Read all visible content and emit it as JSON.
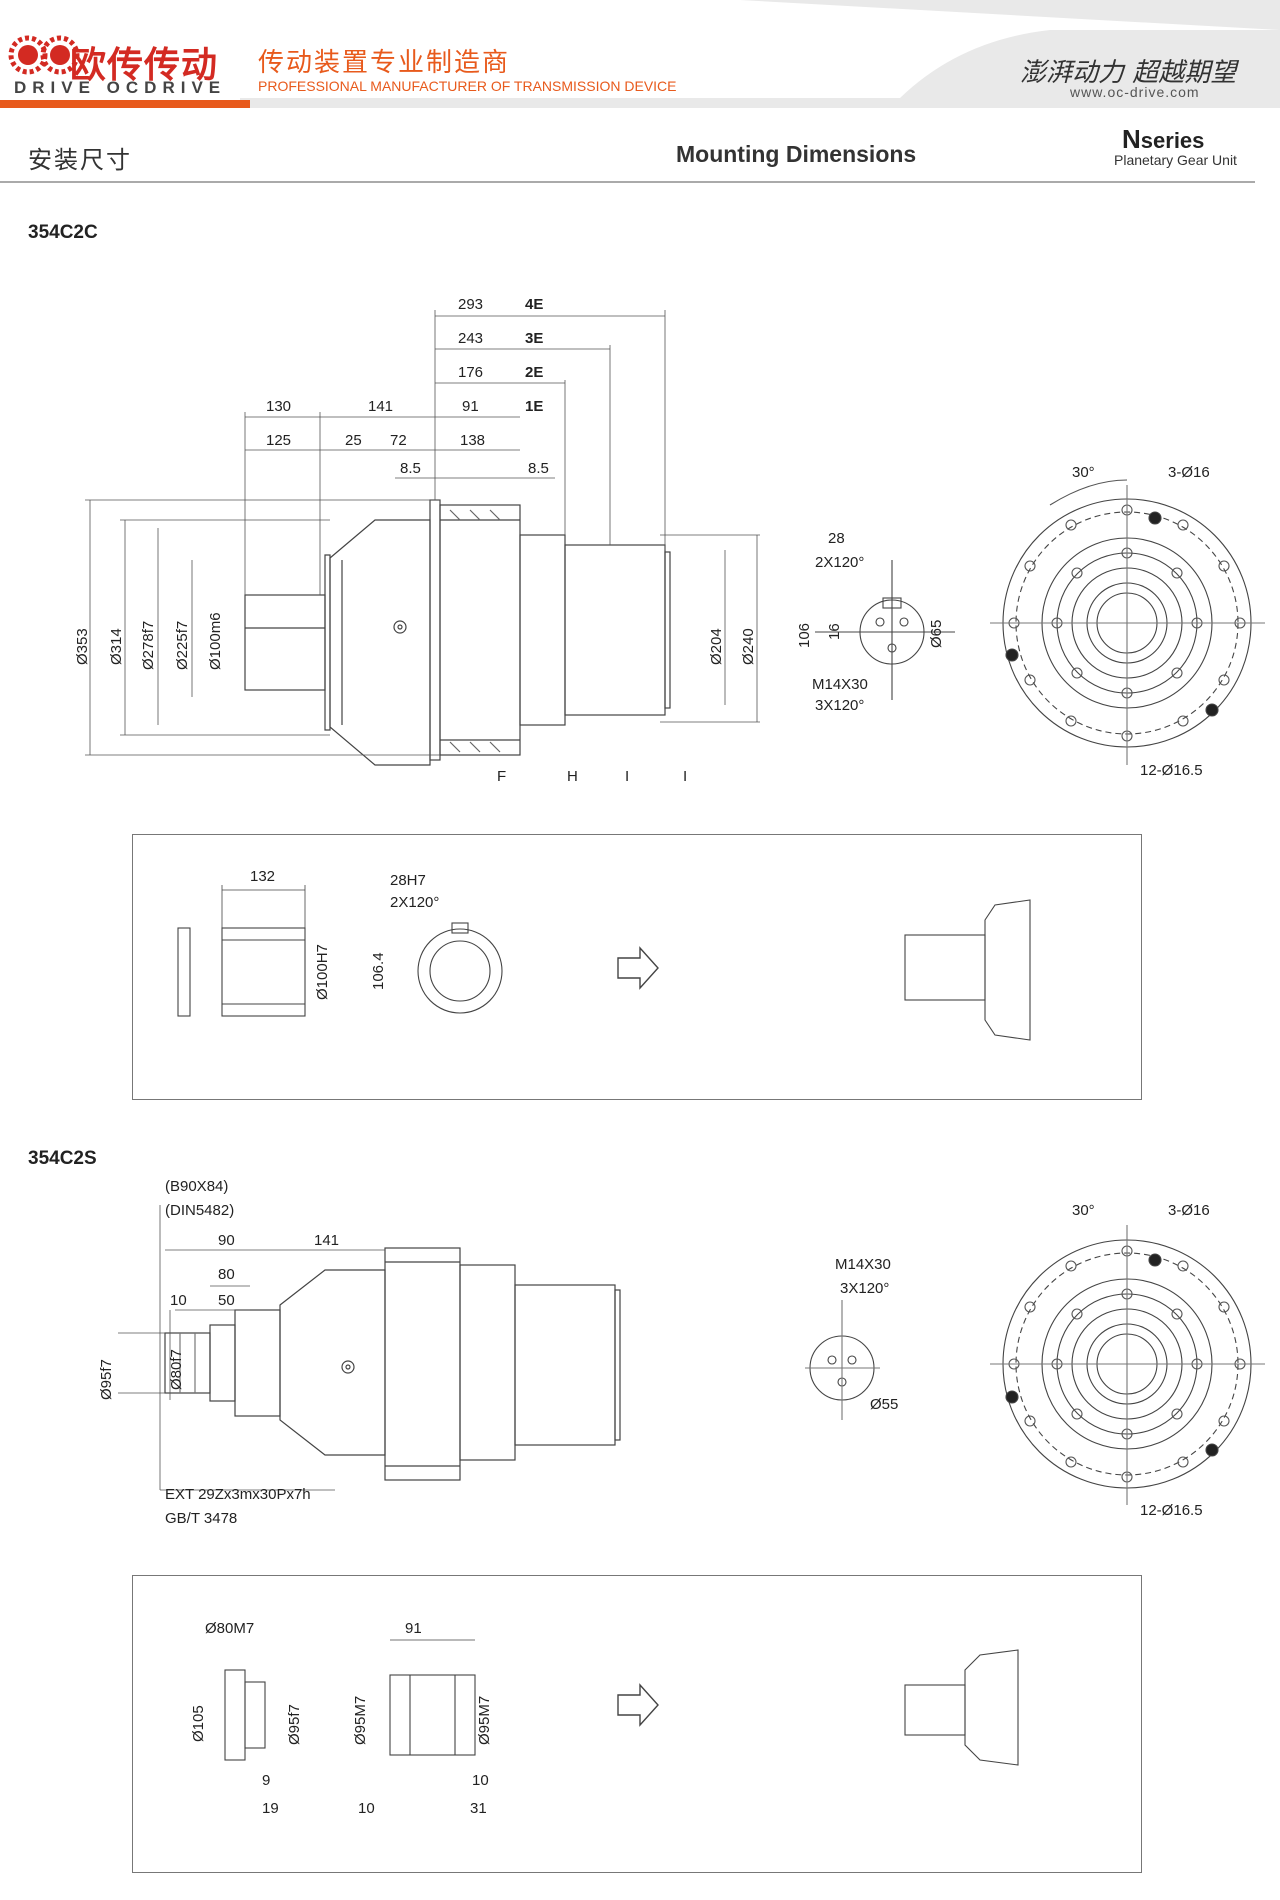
{
  "header": {
    "logo_text": "欧传传动",
    "logo_sub": "DRIVE OCDRIVE",
    "slogan_cn": "传动装置专业制造商",
    "slogan_en": "PROFESSIONAL MANUFACTURER OF TRANSMISSION DEVICE",
    "motto": "澎湃动力 超越期望",
    "website": "www.oc-drive.com",
    "section_cn": "安装尺寸",
    "section_en": "Mounting Dimensions",
    "series_letter": "N",
    "series_word": "series",
    "series_sub": "Planetary Gear Unit",
    "accent_color": "#e85a1c",
    "brand_color": "#d32a22"
  },
  "model1": {
    "name": "354C2C",
    "dims_top": [
      "293",
      "4E",
      "243",
      "3E",
      "176",
      "2E",
      "91",
      "1E",
      "130",
      "141",
      "125",
      "25",
      "72",
      "138",
      "8.5",
      "8.5"
    ],
    "dims_vertical": [
      "Ø353",
      "Ø314",
      "Ø278f7",
      "Ø225f7",
      "Ø100m6",
      "Ø204",
      "Ø240"
    ],
    "flange_marks": [
      "F",
      "H",
      "I",
      "I"
    ],
    "shaft_end": [
      "28",
      "2X120°",
      "106",
      "16",
      "Ø65",
      "M14X30",
      "3X120°"
    ],
    "face": [
      "30°",
      "3-Ø16",
      "12-Ø16.5"
    ],
    "option_box": [
      "132",
      "Ø100H7",
      "28H7",
      "2X120°",
      "106.4"
    ]
  },
  "model2": {
    "name": "354C2S",
    "spline": [
      "(B90X84)",
      "(DIN5482)"
    ],
    "dims_top": [
      "90",
      "141",
      "80",
      "10",
      "50"
    ],
    "dims_vertical": [
      "Ø95f7",
      "Ø80f7"
    ],
    "spline_note": [
      "EXT 29Zx3mx30Px7h",
      "GB/T 3478"
    ],
    "shaft_end": [
      "M14X30",
      "3X120°",
      "Ø55"
    ],
    "face": [
      "30°",
      "3-Ø16",
      "12-Ø16.5"
    ],
    "option_box": [
      "Ø80M7",
      "Ø105",
      "Ø95f7",
      "9",
      "19",
      "91",
      "Ø95M7",
      "Ø95M7",
      "10",
      "10",
      "31"
    ]
  }
}
